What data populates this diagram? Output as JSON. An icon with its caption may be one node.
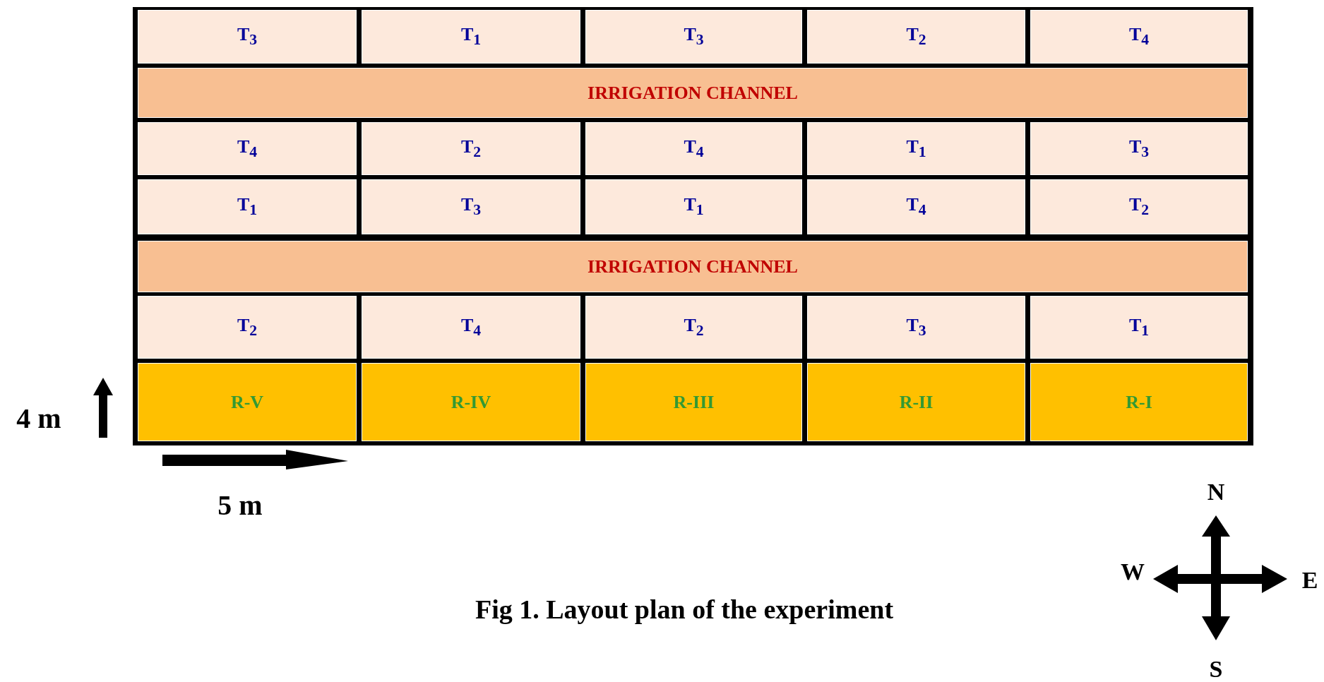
{
  "diagram": {
    "caption": "Fig 1. Layout plan of the experiment",
    "nodes": [
      {
        "text": [
          "T$_{3}$"
        ]
      },
      {
        "text": [
          "T$_{1}$"
        ]
      },
      {
        "text": [
          "T$_{3}$"
        ]
      },
      {
        "text": [
          "T$_{2}$"
        ]
      },
      {
        "text": [
          "T$_{4}$"
        ]
      },
      {
        "text": [
          "IRRIGATION CHANNEL"
        ]
      },
      {
        "text": [
          "T$_{4}$"
        ]
      },
      {
        "text": [
          "T$_{2}$"
        ]
      },
      {
        "text": [
          "T$_{4}$"
        ]
      },
      {
        "text": [
          "T$_{1}$"
        ]
      },
      {
        "text": [
          "T$_{3}$"
        ]
      },
      {
        "text": [
          "T$_{1}$"
        ]
      },
      {
        "text": [
          "T$_{3}$"
        ]
      },
      {
        "text": [
          "T$_{1}$"
        ]
      },
      {
        "text": [
          "T$_{4}$"
        ]
      },
      {
        "text": [
          "T$_{2}$"
        ]
      },
      {
        "text": [
          "IRRIGATION CHANNEL"
        ]
      },
      {
        "text": [
          "T$_{2}$"
        ]
      },
      {
        "text": [
          "T$_{4}$"
        ]
      },
      {
        "text": [
          "T$_{2}$"
        ]
      },
      {
        "text": [
          "T$_{3}$"
        ]
      },
      {
        "text": [
          "T$_{1}$"
        ]
      },
      {
        "text": [
          "R-V"
        ]
      },
      {
        "text": [
          "R-IV"
        ]
      },
      {
        "text": [
          "R-III"
        ]
      },
      {
        "text": [
          "R-II"
        ]
      },
      {
        "text": [
          "R-I"
        ]
      }
    ],
    "edges": [],
    "labels": [
      "4 m",
      "5 m",
      "N",
      "W",
      "E",
      "S"
    ]
  }
}
